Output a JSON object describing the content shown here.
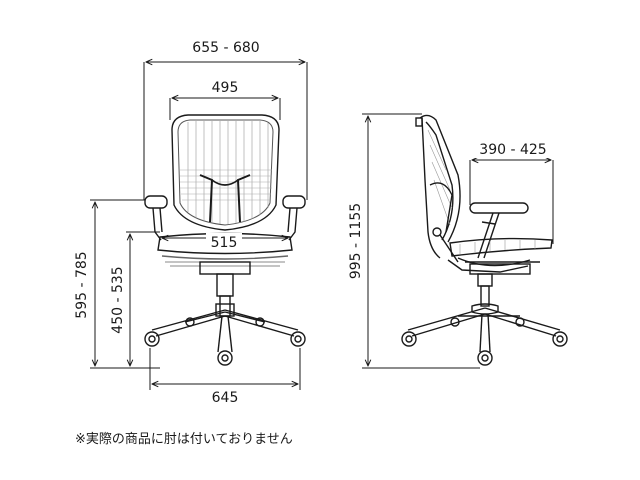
{
  "dimensions": {
    "front": {
      "overall_width": "655 - 680",
      "backrest_width": "495",
      "seat_width": "515",
      "armrest_height": "595 - 785",
      "seat_height": "450 - 535",
      "base_width": "645"
    },
    "side": {
      "overall_height": "995 - 1155",
      "seat_depth": "390 - 425"
    }
  },
  "note": "※実際の商品に肘は付いておりません",
  "colors": {
    "line": "#1a1a1a",
    "mesh": "#8a8a8a"
  }
}
